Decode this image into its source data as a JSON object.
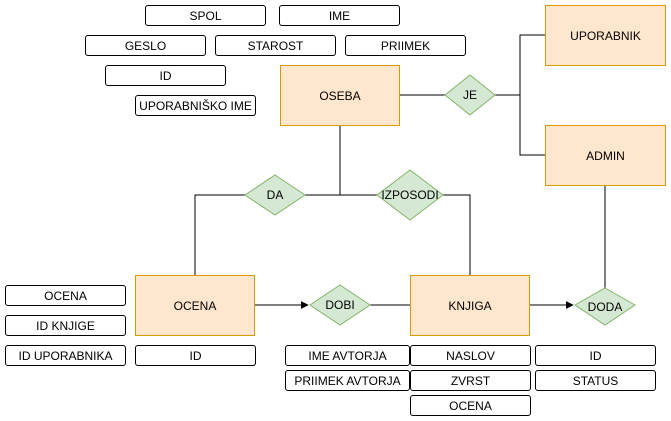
{
  "attributes": {
    "spol": "SPOL",
    "ime": "IME",
    "geslo": "GESLO",
    "starost": "STAROST",
    "priimek": "PRIIMEK",
    "id_oseba": "ID",
    "uporabnisko_ime": "UPORABNIŠKO IME",
    "ocena_attr": "OCENA",
    "id_knjige": "ID KNJIGE",
    "id_uporabnika": "ID UPORABNIKA",
    "id_ocena": "ID",
    "ime_avtorja": "IME AVTORJA",
    "priimek_avtorja": "PRIIMEK AVTORJA",
    "naslov": "NASLOV",
    "zvrst": "ZVRST",
    "ocena_knjiga": "OCENA",
    "id_doda": "ID",
    "status": "STATUS"
  },
  "entities": {
    "uporabnik": "UPORABNIK",
    "oseba": "OSEBA",
    "admin": "ADMIN",
    "ocena": "OCENA",
    "knjiga": "KNJIGA"
  },
  "relations": {
    "je": "JE",
    "da": "DA",
    "izposodi": "IZPOSODI",
    "dobi": "DOBI",
    "doda": "DODA"
  },
  "colors": {
    "entity_fill": "#ffe6cc",
    "entity_stroke": "#d79b00",
    "relation_fill": "#d5e8d4",
    "relation_stroke": "#82b366"
  }
}
